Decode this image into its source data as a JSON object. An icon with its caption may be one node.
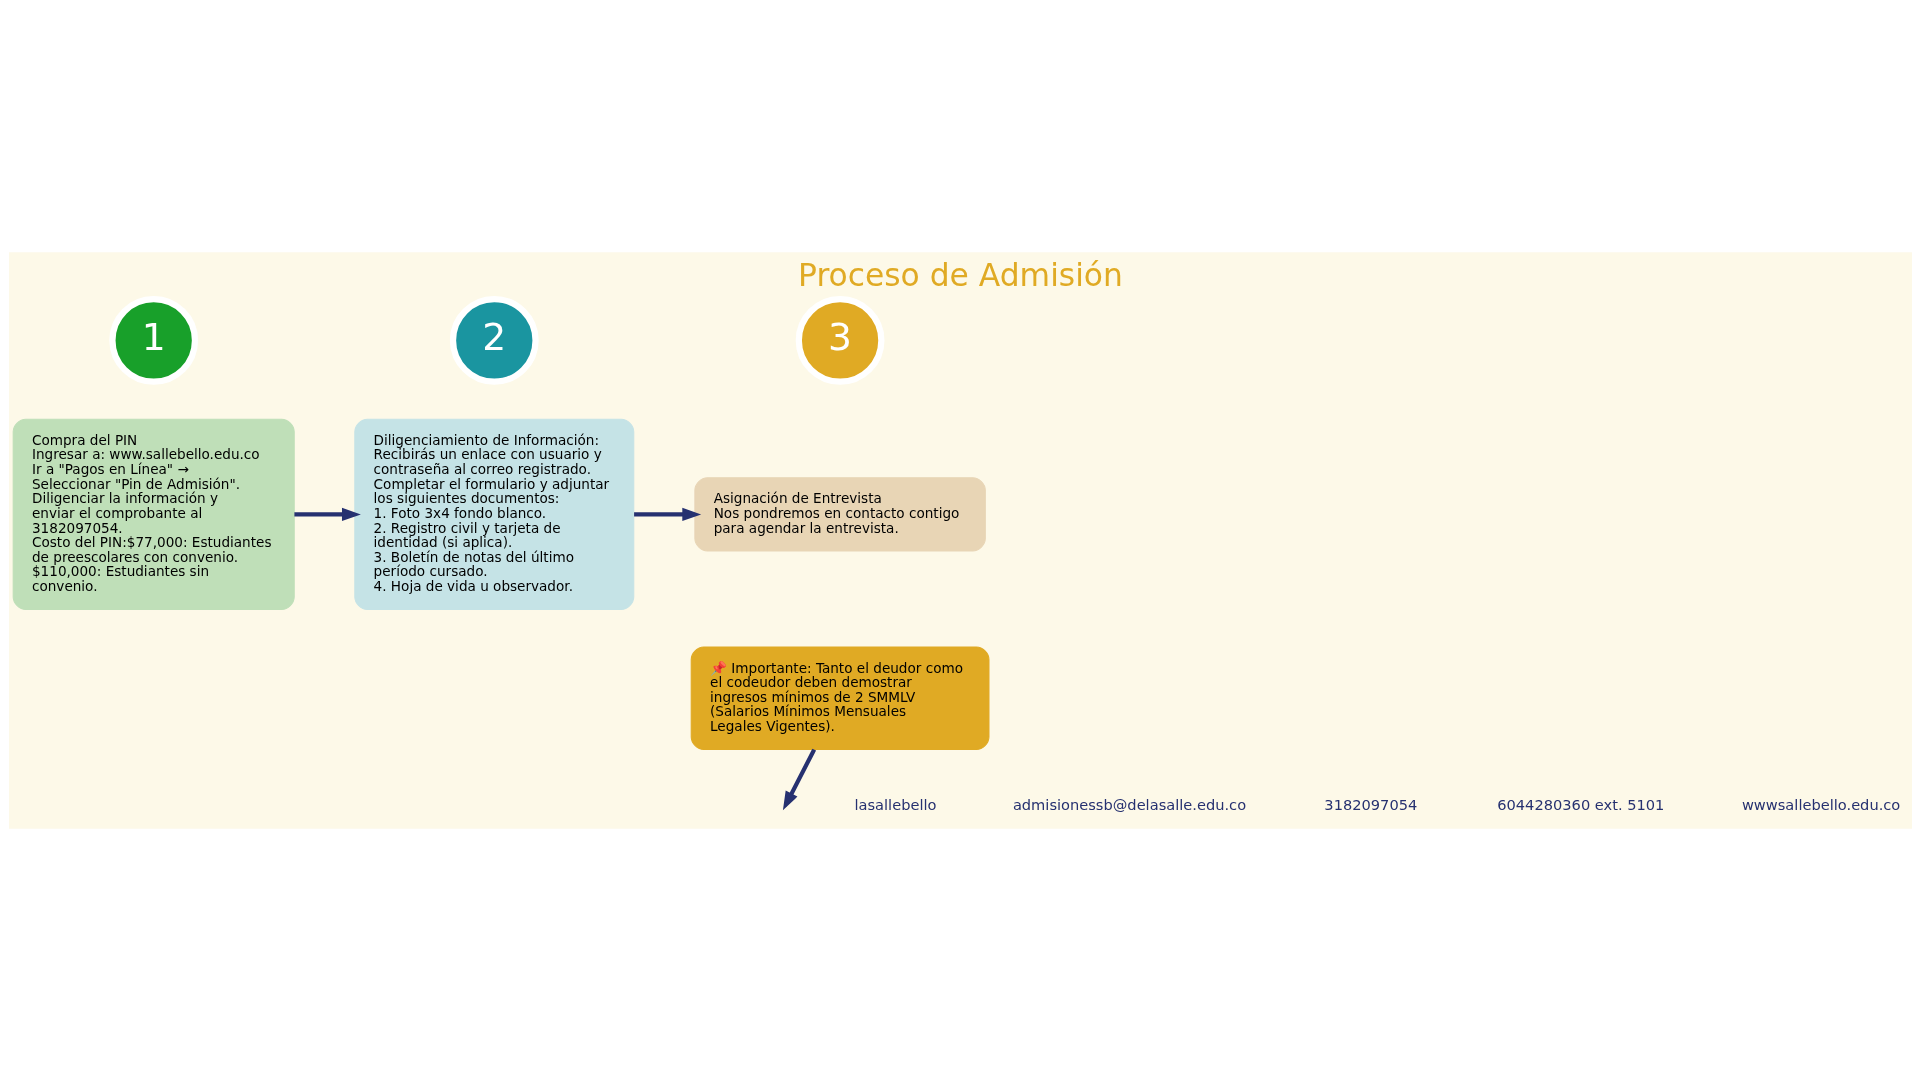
{
  "diagram": {
    "title": "Proceso de Admisión",
    "nodes": [
      {
        "text": [
          "1"
        ]
      },
      {
        "text": [
          "Compra del PIN",
          "Ingresar a: www.sallebello.edu.co",
          "Ir a \"Pagos en Línea\" → Seleccionar \"Pin de Admisión\".",
          "Diligenciar la información y enviar el comprobante al 3182097054.",
          "Costo del PIN:$77,000: Estudiantes de preescolares con convenio.",
          "$110,000: Estudiantes sin convenio."
        ]
      },
      {
        "text": [
          "2"
        ]
      },
      {
        "text": [
          "Diligenciamiento de Información:",
          "Recibirás un enlace con usuario y contraseña al correo registrado.",
          "Completar el formulario y adjuntar los siguientes documentos:",
          "1. Foto 3x4 fondo blanco.",
          "2. Registro civil y tarjeta de identidad (si aplica).",
          "3. Boletín de notas del último período cursado.",
          "4. Hoja de vida u observador."
        ]
      },
      {
        "text": [
          "3"
        ]
      },
      {
        "text": [
          "Asignación de Entrevista",
          "Nos pondremos en contacto contigo para agendar la entrevista."
        ]
      },
      {
        "text": [
          "📌 Importante: Tanto el deudor como el codeudor deben demostrar ingresos mínimos de 2 SMMLV (Salarios Mínimos Mensuales Legales Vigentes)."
        ]
      }
    ],
    "edges": [
      {
        "from": 1,
        "to": 3,
        "arrow": "to"
      },
      {
        "from": 3,
        "to": 5,
        "arrow": "to"
      },
      {
        "from": 6,
        "to": null,
        "arrow": "to"
      }
    ],
    "labels": [
      "lasallebello",
      "admisionessb@delasalle.edu.co",
      "3182097054",
      "6044280360 ext. 5101",
      "wwwsallebello.edu.co"
    ]
  }
}
